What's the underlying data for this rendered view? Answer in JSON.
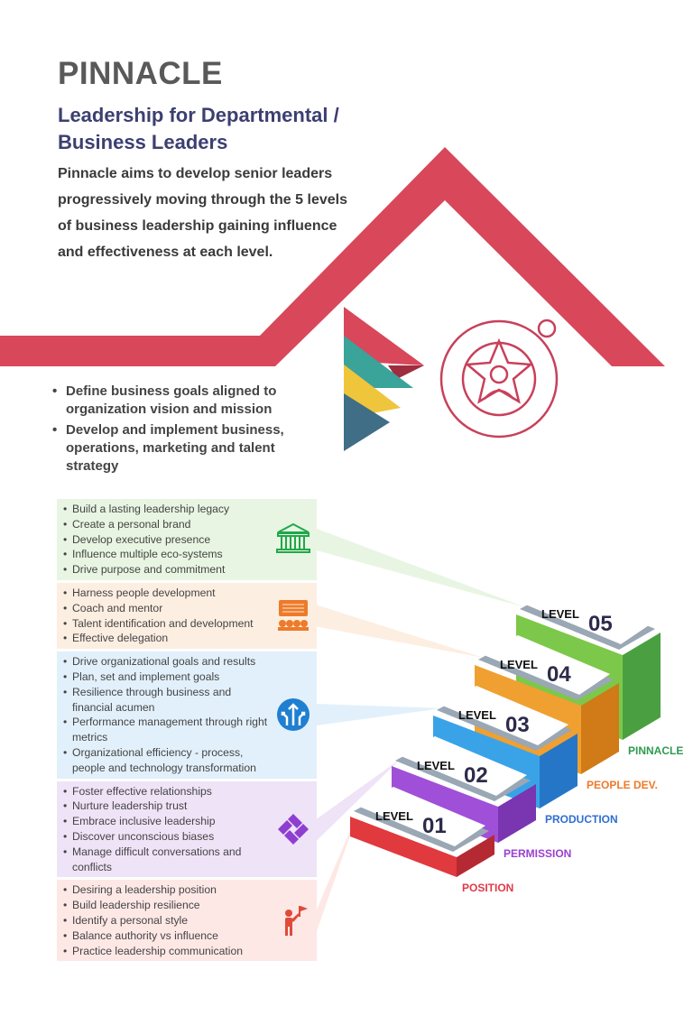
{
  "header": {
    "title": "PINNACLE",
    "subtitle": "Leadership for Departmental / Business Leaders",
    "intro": "Pinnacle aims to develop senior leaders progressively moving through the 5 levels of business leadership gaining influence and effectiveness at each level."
  },
  "goals": [
    "Define business goals aligned to organization vision and mission",
    "Develop and implement business, operations, marketing and talent strategy"
  ],
  "colors": {
    "roof": "#d9475a",
    "title": "#595959",
    "subtitle": "#3c3f70"
  },
  "levels": [
    {
      "level_word": "LEVEL",
      "number": "01",
      "name": "POSITION",
      "color": "#e0393e",
      "dark": "#b52a32",
      "name_color": "#e03a4a",
      "box_bg": "#fde8e6",
      "icon": "person-flag-icon",
      "items": [
        "Desiring a leadership position",
        "Build leadership resilience",
        "Identify a personal style",
        "Balance authority vs influence",
        "Practice leadership communication"
      ]
    },
    {
      "level_word": "LEVEL",
      "number": "02",
      "name": "PERMISSION",
      "color": "#a04fd8",
      "dark": "#7a35b0",
      "name_color": "#9b3fd0",
      "box_bg": "#efe3f7",
      "icon": "linked-hands-icon",
      "items": [
        "Foster effective relationships",
        "Nurture leadership trust",
        "Embrace inclusive leadership",
        "Discover unconscious biases",
        "Manage difficult conversations and conflicts"
      ]
    },
    {
      "level_word": "LEVEL",
      "number": "03",
      "name": "PRODUCTION",
      "color": "#3aa3e8",
      "dark": "#2676c8",
      "name_color": "#2f6fd0",
      "box_bg": "#e2f0fb",
      "icon": "growth-arrows-icon",
      "items": [
        "Drive organizational goals and results",
        "Plan, set and implement goals",
        "Resilience through business and financial acumen",
        "Performance management through right metrics",
        "Organizational efficiency - process, people and technology transformation"
      ]
    },
    {
      "level_word": "LEVEL",
      "number": "04",
      "name": "PEOPLE DEV.",
      "color": "#f0a030",
      "dark": "#d07a18",
      "name_color": "#ee7a2a",
      "box_bg": "#fdeee2",
      "icon": "presentation-audience-icon",
      "items": [
        "Harness people development",
        "Coach and mentor",
        "Talent identification and development",
        "Effective delegation"
      ]
    },
    {
      "level_word": "LEVEL",
      "number": "05",
      "name": "PINNACLE",
      "color": "#7cc84a",
      "dark": "#4aa040",
      "name_color": "#2e9a50",
      "box_bg": "#e8f5e2",
      "icon": "institution-building-icon",
      "items": [
        "Build a lasting leadership legacy",
        "Create a personal brand",
        "Develop executive presence",
        "Influence multiple eco-systems",
        "Drive purpose and commitment"
      ]
    }
  ]
}
